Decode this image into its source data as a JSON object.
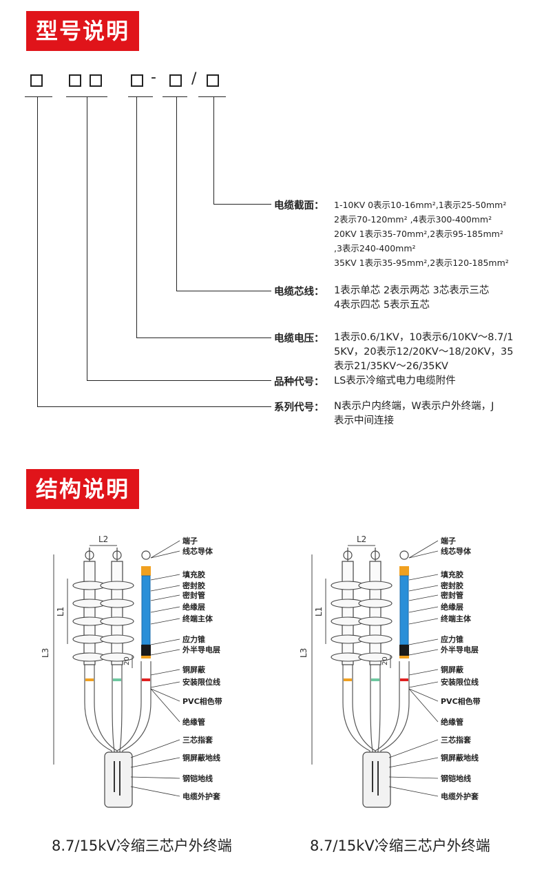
{
  "section1": {
    "title": "型号说明"
  },
  "section2": {
    "title": "结构说明"
  },
  "code": {
    "dash": "-",
    "slash": "/"
  },
  "fields": [
    {
      "label": "电缆截面：",
      "lines": [
        "1-10KV 0表示10-16mm²,1表示25-50mm²",
        "2表示70-120mm² ,4表示300-400mm²",
        "20KV   1表示35-70mm²,2表示95-185mm²",
        ",3表示240-400mm²",
        "35KV   1表示35-95mm²,2表示120-185mm²"
      ]
    },
    {
      "label": "电缆芯线：",
      "lines": [
        "1表示单芯   2表示两芯   3芯表示三芯",
        "4表示四芯   5表示五芯"
      ]
    },
    {
      "label": "电缆电压：",
      "lines": [
        "1表示0.6/1KV，10表示6/10KV～8.7/1",
        "5KV，20表示12/20KV～18/20KV，35",
        "表示21/35KV～26/35KV"
      ]
    },
    {
      "label": "品种代号：",
      "lines": [
        "LS表示冷缩式电力电缆附件"
      ]
    },
    {
      "label": "系列代号：",
      "lines": [
        "N表示户内终端，W表示户外终端，J",
        "表示中间连接"
      ]
    }
  ],
  "diagram": {
    "dims": {
      "l1": "L1",
      "l2": "L2",
      "l3": "L3",
      "d20": "20"
    },
    "parts": [
      "端子",
      "线芯导体",
      "填充胶",
      "密封胶",
      "密封管",
      "绝缘层",
      "终端主体",
      "应力锥",
      "外半导电层",
      "铜屏蔽",
      "安装限位线",
      "PVC相色带",
      "绝缘管",
      "三芯指套",
      "铜屏蔽地线",
      "钢铠地线",
      "电缆外护套"
    ],
    "colors": {
      "body": "#2a8fd8",
      "filler": "#f0a020",
      "stress": "#1a1a1a",
      "mark_orange": "#f0a020",
      "mark_green": "#6dc8a0",
      "mark_red": "#e02020"
    }
  },
  "captions": [
    "8.7/15kV冷缩三芯户外终端",
    "8.7/15kV冷缩三芯户外终端"
  ]
}
